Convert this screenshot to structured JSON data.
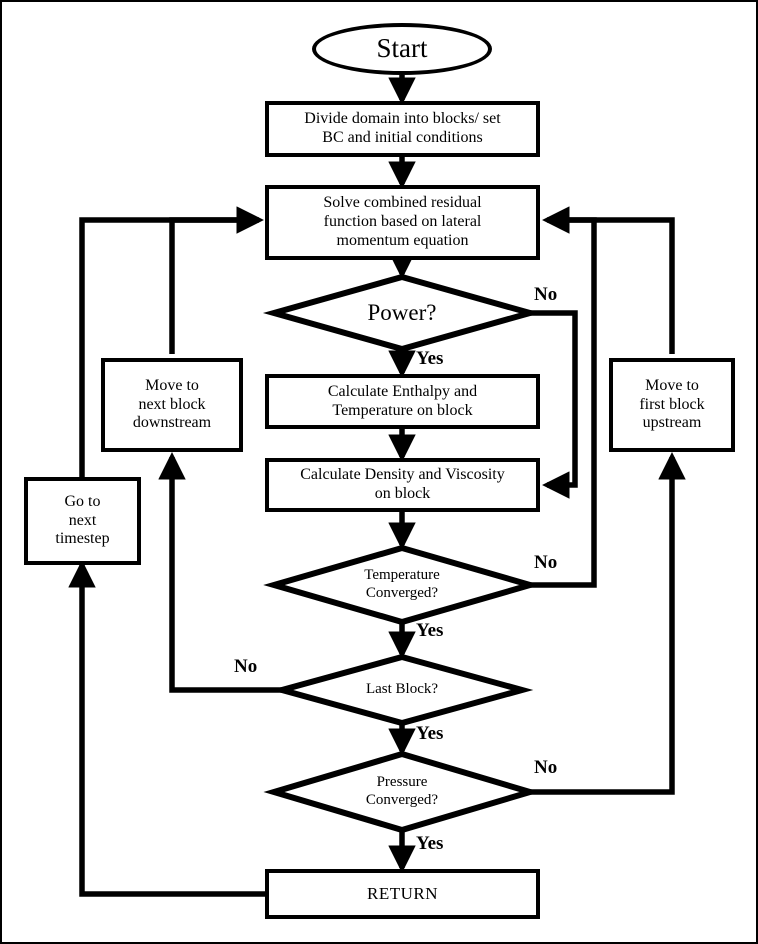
{
  "diagram": {
    "title": "Solver flowchart",
    "line_color": "#000000",
    "background": "#ffffff",
    "border_color": "#000000"
  },
  "nodes": {
    "start": {
      "label": "Start",
      "shape": "ellipse"
    },
    "divide": {
      "label": "Divide domain into blocks/ set BC and initial conditions",
      "line1": "Divide domain into blocks/ set",
      "line2": "BC and initial conditions",
      "shape": "process"
    },
    "solve": {
      "label": "Solve combined residual function based on lateral momentum equation",
      "line1": "Solve combined residual",
      "line2": "function based on lateral",
      "line3": "momentum equation",
      "shape": "process"
    },
    "power": {
      "label": "Power?",
      "shape": "decision"
    },
    "enthalpy": {
      "label": "Calculate Enthalpy and Temperature on block",
      "line1": "Calculate Enthalpy and",
      "line2": "Temperature on block",
      "shape": "process"
    },
    "density": {
      "label": "Calculate Density and Viscosity on block",
      "line1": "Calculate Density and Viscosity",
      "line2": "on block",
      "shape": "process"
    },
    "temp_conv": {
      "label": "Temperature Converged?",
      "line1": "Temperature",
      "line2": "Converged?",
      "shape": "decision"
    },
    "last_block": {
      "label": "Last Block?",
      "shape": "decision"
    },
    "pressure_conv": {
      "label": "Pressure Converged?",
      "line1": "Pressure",
      "line2": "Converged?",
      "shape": "decision"
    },
    "return": {
      "label": "RETURN",
      "shape": "process"
    },
    "next_block": {
      "label": "Move to next block downstream",
      "line1": "Move to",
      "line2": "next block",
      "line3": "downstream",
      "shape": "process"
    },
    "first_block": {
      "label": "Move to first block upstream",
      "line1": "Move to",
      "line2": "first block",
      "line3": "upstream",
      "shape": "process"
    },
    "next_timestep": {
      "label": "Go to next timestep",
      "line1": "Go to",
      "line2": "next",
      "line3": "timestep",
      "shape": "process"
    }
  },
  "edge_labels": {
    "power_no": "No",
    "power_yes": "Yes",
    "temp_no": "No",
    "temp_yes": "Yes",
    "last_no": "No",
    "last_yes": "Yes",
    "pressure_no": "No",
    "pressure_yes": "Yes"
  },
  "edges": [
    {
      "from": "start",
      "to": "divide",
      "label": ""
    },
    {
      "from": "divide",
      "to": "solve",
      "label": ""
    },
    {
      "from": "solve",
      "to": "power",
      "label": ""
    },
    {
      "from": "power",
      "to": "enthalpy",
      "label": "Yes"
    },
    {
      "from": "power",
      "to": "density",
      "label": "No"
    },
    {
      "from": "enthalpy",
      "to": "density",
      "label": ""
    },
    {
      "from": "density",
      "to": "temp_conv",
      "label": ""
    },
    {
      "from": "temp_conv",
      "to": "solve",
      "label": "No"
    },
    {
      "from": "temp_conv",
      "to": "last_block",
      "label": "Yes"
    },
    {
      "from": "last_block",
      "to": "next_block",
      "label": "No"
    },
    {
      "from": "next_block",
      "to": "solve",
      "label": ""
    },
    {
      "from": "last_block",
      "to": "pressure_conv",
      "label": "Yes"
    },
    {
      "from": "pressure_conv",
      "to": "first_block",
      "label": "No"
    },
    {
      "from": "first_block",
      "to": "solve",
      "label": ""
    },
    {
      "from": "pressure_conv",
      "to": "return",
      "label": "Yes"
    },
    {
      "from": "return",
      "to": "next_timestep",
      "label": ""
    },
    {
      "from": "next_timestep",
      "to": "solve",
      "label": ""
    }
  ]
}
